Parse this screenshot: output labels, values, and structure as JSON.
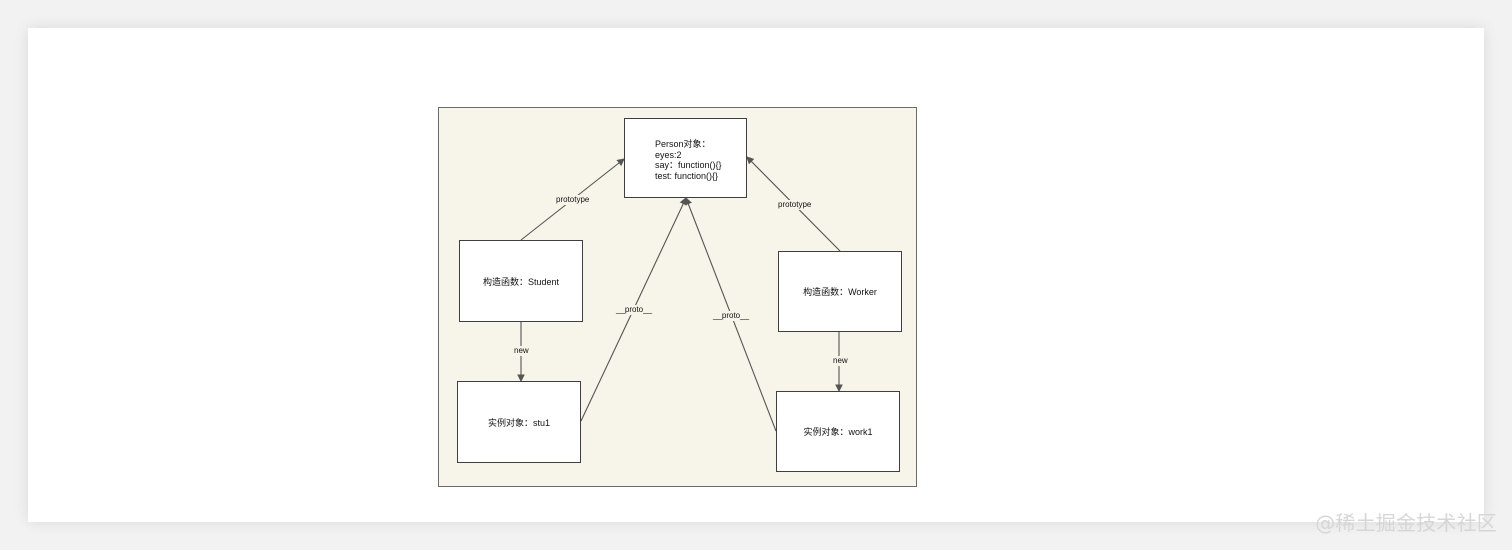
{
  "diagram": {
    "person": {
      "title": "Person对象：",
      "line1": "eyes:2",
      "line2": "say：function(){}",
      "line3": "test: function(){}"
    },
    "student": {
      "label": "构造函数：Student"
    },
    "stu1": {
      "label": "实例对象：stu1"
    },
    "worker": {
      "label": "构造函数：Worker"
    },
    "work1": {
      "label": "实例对象：work1"
    },
    "edges": {
      "student_prototype": "prototype",
      "worker_prototype": "prototype",
      "stu1_proto": "__proto__",
      "work1_proto": "__proto__",
      "student_new": "new",
      "worker_new": "new"
    }
  },
  "watermark": "@稀土掘金技术社区"
}
